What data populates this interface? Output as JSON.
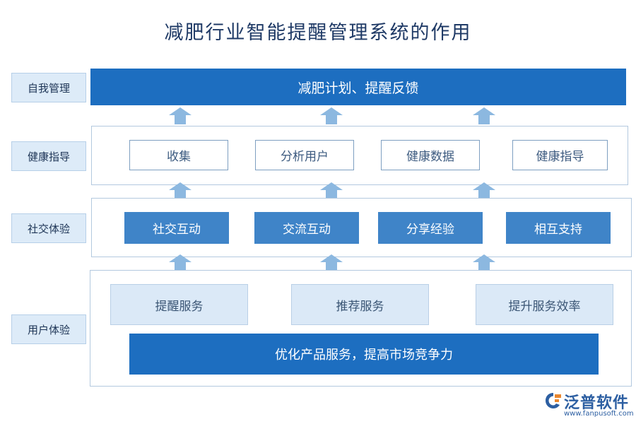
{
  "title": "减肥行业智能提醒管理系统的作用",
  "layers": [
    {
      "label": "自我管理",
      "main": "减肥计划、提醒反馈"
    },
    {
      "label": "健康指导",
      "items": [
        "收集",
        "分析用户",
        "健康数据",
        "健康指导"
      ]
    },
    {
      "label": "社交体验",
      "items": [
        "社交互动",
        "交流互动",
        "分享经验",
        "相互支持"
      ]
    },
    {
      "label": "用户体验",
      "items": [
        "提醒服务",
        "推荐服务",
        "提升服务效率"
      ],
      "main": "优化产品服务，提高市场竞争力"
    }
  ],
  "logo": {
    "name": "泛普软件",
    "url": "www.fanpusoft.com"
  },
  "colors": {
    "title": "#1f3a66",
    "dark_blue": "#1d6ec0",
    "mid_blue": "#3f84c8",
    "light_blue": "#dbe9f7",
    "arrow": "#8cb8e0"
  }
}
